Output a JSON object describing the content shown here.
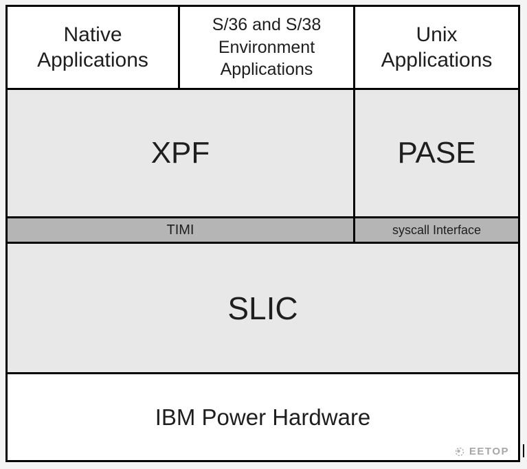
{
  "diagram": {
    "applications": [
      {
        "label": "Native Applications"
      },
      {
        "label": "S/36 and S/38 Environment Applications"
      },
      {
        "label": "Unix Applications"
      }
    ],
    "xpf_label": "XPF",
    "pase_label": "PASE",
    "timi_label": "TIMI",
    "syscall_label": "syscall Interface",
    "slic_label": "SLIC",
    "hardware_label": "IBM Power Hardware"
  },
  "watermark": {
    "text": "EETOP",
    "icon": "globe-icon"
  },
  "colors": {
    "box_white": "#ffffff",
    "box_light_gray": "#e8e8e8",
    "interface_gray": "#b5b5b5",
    "border_black": "#000000",
    "watermark_gray": "#a6a6a6"
  }
}
